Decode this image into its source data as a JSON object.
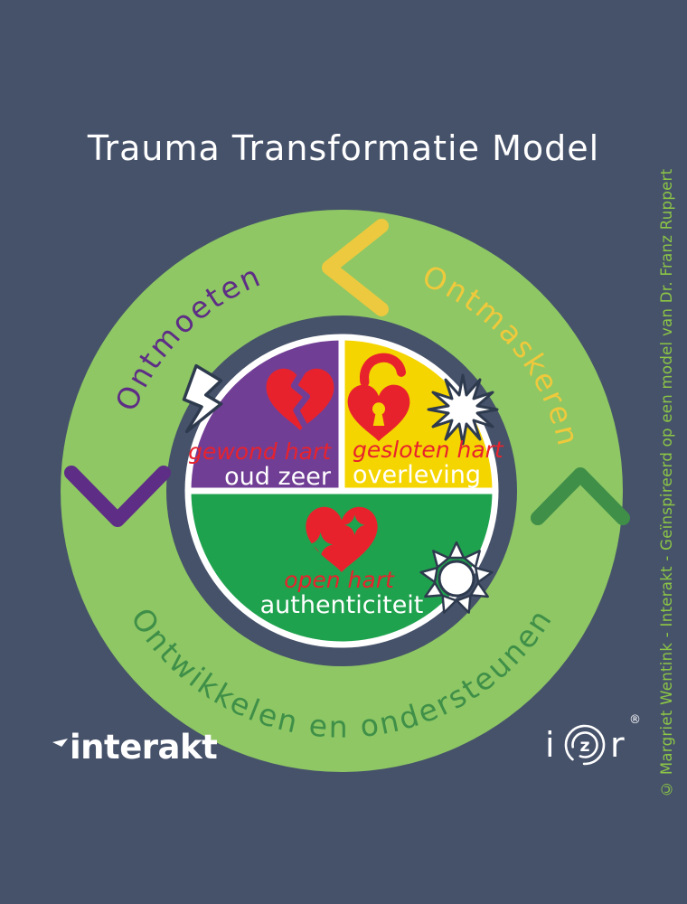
{
  "title": "Trauma Transformatie Model",
  "copyright": "© Margriet Wentink - Interakt - Geïnspireerd op een model van Dr. Franz Ruppert",
  "cycle": {
    "phases": [
      {
        "label": "Ontmoeten",
        "color": "#5E2D86",
        "arrow_icon": "chevron-left"
      },
      {
        "label": "Ontmaskeren",
        "color": "#EFC93C",
        "arrow_icon": "chevron-up"
      },
      {
        "label": "Ontwikkelen en ondersteunen",
        "color": "#3F8F48",
        "arrow_icon": "chevron-down"
      }
    ],
    "segments": [
      {
        "heading": "gewond hart",
        "subheading": "oud zeer",
        "color": "#713E95",
        "icon": "broken-heart-icon",
        "badge_icon": "lightning-bolt-icon"
      },
      {
        "heading": "gesloten hart",
        "subheading": "overleving",
        "color": "#F5D500",
        "icon": "locked-heart-icon",
        "badge_icon": "starburst-icon"
      },
      {
        "heading": "open hart",
        "subheading": "authenticiteit",
        "color": "#1FA24E",
        "icon": "sparkle-heart-icon",
        "badge_icon": "sun-icon"
      }
    ]
  },
  "colors": {
    "background": "#46526A",
    "ring_green": "#8EC764",
    "heart_red": "#E8222D",
    "chevron_yellow": "#ECC93F",
    "chevron_purple": "#5E2D86",
    "chevron_green": "#3F8F48",
    "copyright_green": "#8CC645"
  },
  "footer": {
    "interakt": "interakt",
    "izr": {
      "i": "i",
      "z": "z",
      "r": "r",
      "reg": "®"
    }
  }
}
